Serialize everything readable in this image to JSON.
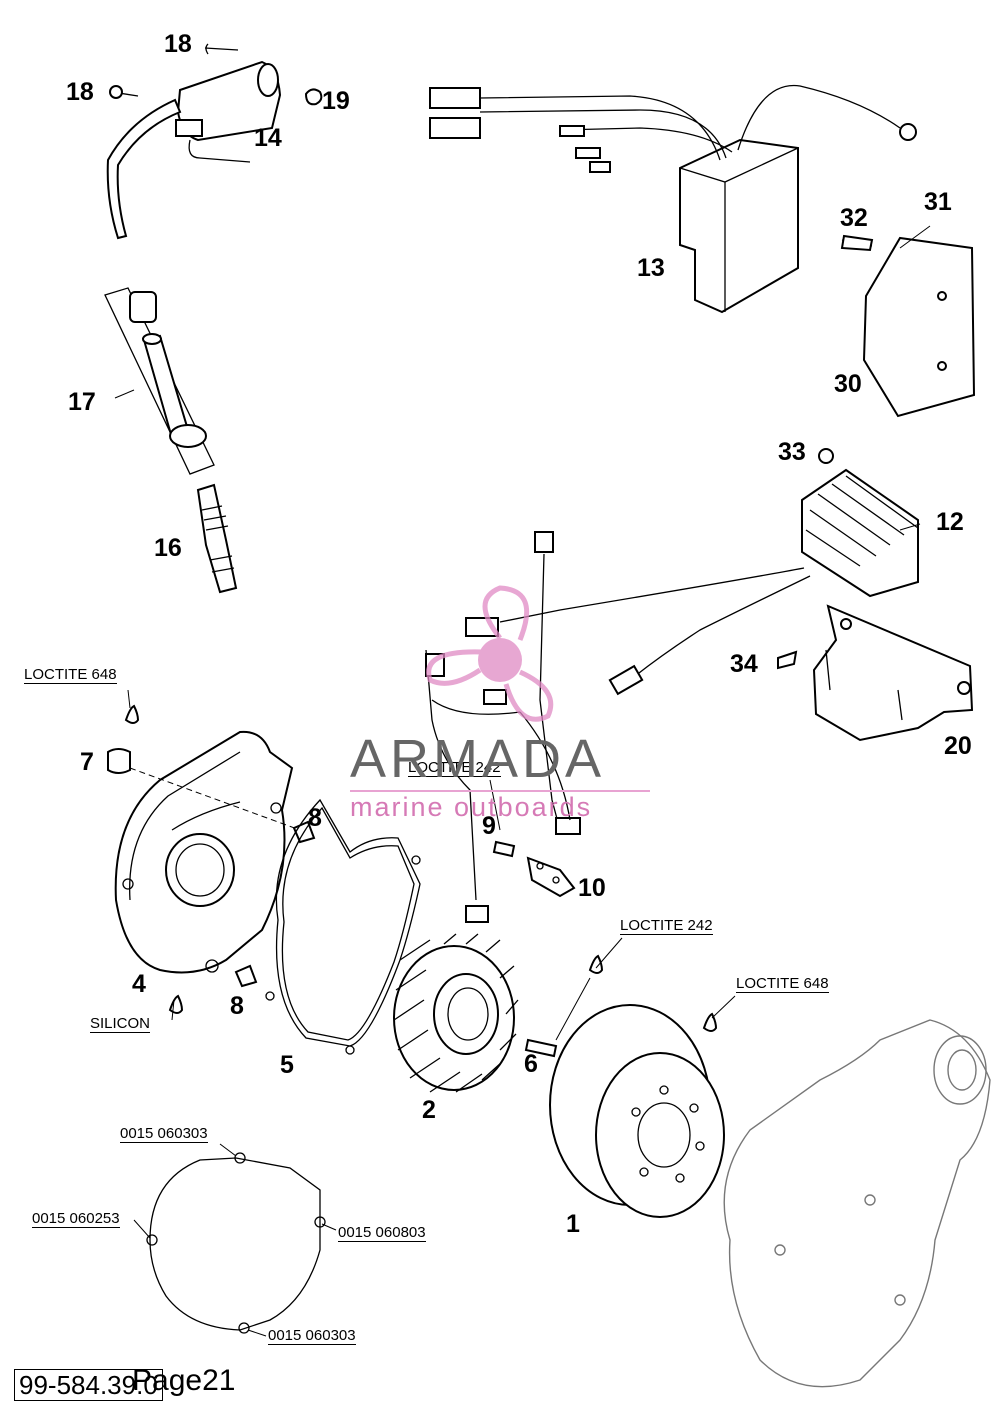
{
  "callouts": {
    "c1": "1",
    "c2": "2",
    "c4": "4",
    "c5": "5",
    "c6": "6",
    "c7": "7",
    "c8a": "8",
    "c8b": "8",
    "c9": "9",
    "c10": "10",
    "c12": "12",
    "c13": "13",
    "c14": "14",
    "c16": "16",
    "c17": "17",
    "c18a": "18",
    "c18b": "18",
    "c19": "19",
    "c20": "20",
    "c30": "30",
    "c31": "31",
    "c32": "32",
    "c33": "33",
    "c34": "34"
  },
  "notes": {
    "loctite648_left": "LOCTITE 648",
    "loctite242_center": "LOCTITE 242",
    "loctite242_right": "LOCTITE 242",
    "loctite648_right": "LOCTITE 648",
    "silicon": "SILICON"
  },
  "gasket_parts": {
    "top": "0015 060303",
    "left": "0015 060253",
    "right": "0015 060803",
    "bottom": "0015 060303"
  },
  "watermark": {
    "title": "ARMADA",
    "subtitle": "marine outboards"
  },
  "footer": {
    "doc_code": "99-584.39.0",
    "page_label": "Page21"
  },
  "colors": {
    "line": "#000000",
    "watermark_gray": "#666666",
    "watermark_pink": "#d67ab6"
  }
}
